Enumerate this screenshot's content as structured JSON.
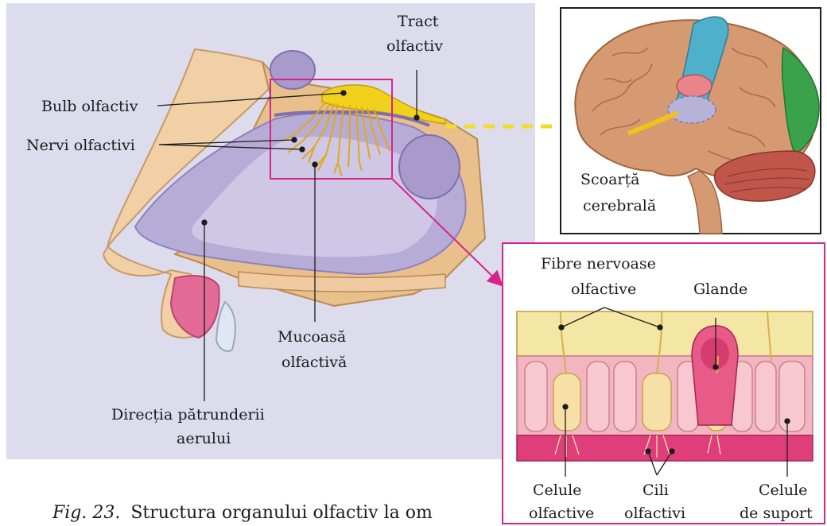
{
  "labels": {
    "bulb": "Bulb olfactiv",
    "tract_line1": "Tract",
    "tract_line2": "olfactiv",
    "nerves": "Nervi olfactivi",
    "mucosa_line1": "Mucoasă",
    "mucosa_line2": "olfactivă",
    "air_line1": "Direcția pătrunderii",
    "air_line2": "aerului",
    "cortex_line1": "Scoarță",
    "cortex_line2": "cerebrală",
    "fibers_line1": "Fibre nervoase",
    "fibers_line2": "olfactive",
    "glands": "Glande",
    "olf_cells_line1": "Celule",
    "olf_cells_line2": "olfactive",
    "cilia_line1": "Cili",
    "cilia_line2": "olfactivi",
    "support_line1": "Celule",
    "support_line2": "de suport"
  },
  "caption": {
    "number": "Fig. 23.",
    "text": "Structura organului olfactiv la om"
  },
  "colors": {
    "panel_bg": "#dcdcec",
    "frame_magenta": "#d6258a",
    "arrow_yellow": "#f2dc2a",
    "nerve_yellow": "#f0c21c",
    "cavity_purple": "#b7acd6",
    "bone_tan": "#e9c08c",
    "brain_tan": "#d69a72",
    "motor_cortex_blue": "#4fb0cc",
    "occipital_green": "#3aa24a",
    "cerebellum_red": "#c0564a"
  }
}
